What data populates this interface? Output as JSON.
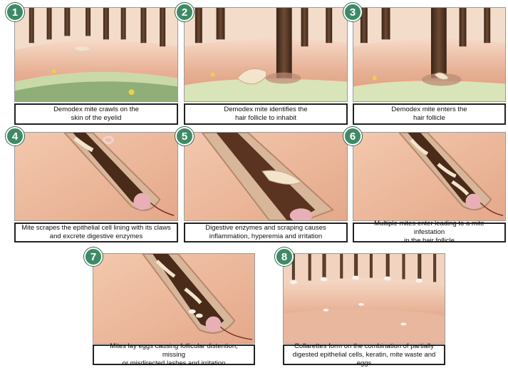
{
  "colors": {
    "badge": "#3f8a66",
    "caption_border": "#222222",
    "skin": "#e9b79a",
    "follicle": "#6b3b22"
  },
  "steps": [
    {
      "number": "1",
      "caption": "Demodex mite crawls on the\nskin of the eyelid",
      "image": "eyelid-skin-surface-illustration"
    },
    {
      "number": "2",
      "caption": "Demodex mite identifies the\nhair follicle to inhabit",
      "image": "mite-at-follicle-opening-illustration"
    },
    {
      "number": "3",
      "caption": "Demodex mite enters the\nhair follicle",
      "image": "mite-entering-follicle-illustration"
    },
    {
      "number": "4",
      "caption": "Mite scrapes the epithelial cell lining with its claws\nand excrete digestive enzymes",
      "image": "follicle-cross-section-mite-illustration"
    },
    {
      "number": "5",
      "caption": "Digestive enzymes and scraping causes\ninflammation, hyperemia and irritation",
      "image": "follicle-inflammation-illustration"
    },
    {
      "number": "6",
      "caption": "Multiple mites enter leading to a mite infestation\nin the hair follicle",
      "image": "follicle-infestation-illustration"
    },
    {
      "number": "7",
      "caption": "Mites lay eggs causing follicular distention, missing\nor misdirected lashes and irritation",
      "image": "follicle-eggs-distention-illustration"
    },
    {
      "number": "8",
      "caption": "Collarettes form on the combination of partially\ndigested epithelial cells, keratin, mite waste and eggs",
      "image": "lashes-collarettes-illustration"
    }
  ]
}
